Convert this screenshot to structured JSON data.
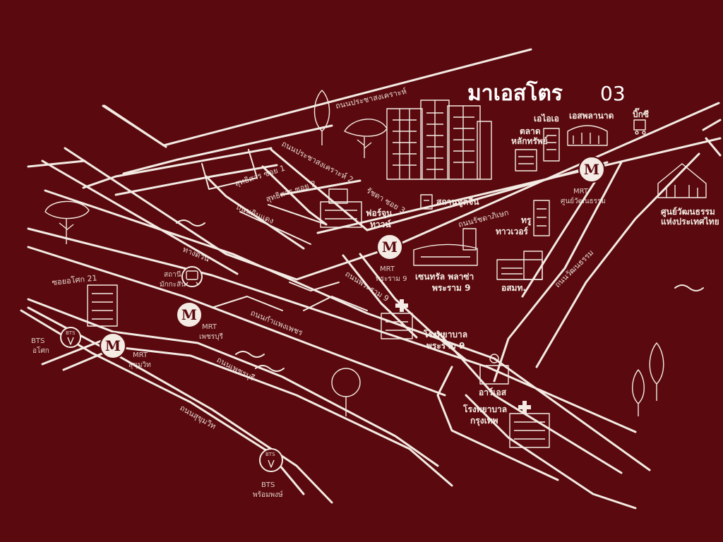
{
  "title": {
    "main": "มาเอสโตร",
    "number": "03"
  },
  "roads": {
    "prasertmanukitch": "ถนนประชาสงเคราะห์",
    "prachasongkhro_side": "ถนนประชาสงเคราะห์ 2",
    "soi1": "สุทธิสาร ซอย 1",
    "soi2": "สุทธิสาร ซอย 2",
    "soi3": "รัชดา ซอย 3",
    "din_daeng": "ถนนดินแดง",
    "ratchadaphisek": "ถนนรัชดาภิเษก",
    "rama9": "ถนนพระราม 9",
    "phetchaburi_new": "ถนนกำแพงเพชร",
    "phetchaburi": "ถนนเพชรบุรี",
    "sukhumvit": "ถนนสุขุมวิท",
    "wattanatham": "ถนนวัฒนธรรม",
    "expressway": "ทางด่วน",
    "asok21": "ซอยอโศก 21"
  },
  "places": {
    "esplanade": "เอสพลานาด",
    "big_c": "บิ๊กซี",
    "sc": "เอไอเอ",
    "huai_khwang_market": "ตลาด\nหลักทรัพย์",
    "market_line1": "ตลาด",
    "market_line2": "หลักทรัพย์",
    "stadium": "สถานทูตจีน",
    "fortune_line1": "ฟอร์จูน",
    "fortune_line2": "ทาวน์",
    "true_line1": "ทรู",
    "true_line2": "ทาวเวอร์",
    "cultural_line1": "ศูนย์วัฒนธรรม",
    "cultural_line2": "แห่งประเทศไทย",
    "central_line1": "เซนทรัล พลาซ่า",
    "central_line2": "พระราม 9",
    "ossnk": "อสมท.",
    "hospital_rama9_line1": "โรงพยาบาล",
    "hospital_rama9_line2": "พระราม 9",
    "rs": "อาร์เอส",
    "hospital_bkk_line1": "โรงพยาบาล",
    "hospital_bkk_line2": "กรุงเทพ",
    "makkasan_line1": "สถานี",
    "makkasan_line2": "มักกะสัน"
  },
  "stations": {
    "m_letter": "M",
    "mrt": "MRT",
    "bts": "BTS",
    "bts_icon_text": "BTS",
    "thailand_cultural": "ศูนย์วัฒนธรรม",
    "rama9": "พระราม 9",
    "phetchaburi": "เพชรบุรี",
    "sukhumvit": "สุขุมวิท",
    "asok": "อโศก",
    "phrom_phong": "พร้อมพงษ์"
  },
  "colors": {
    "background": "#5a0a0e",
    "ink": "#f3ebe4"
  }
}
